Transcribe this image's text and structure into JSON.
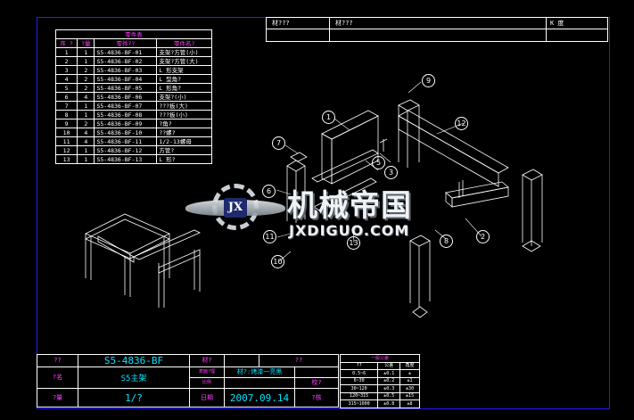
{
  "header": {
    "col1": "材???",
    "col2": "材???",
    "col3": "K 度"
  },
  "parts_table": {
    "title": "零件表",
    "headers": [
      "序 ?",
      "?量",
      "零件??",
      "零件名?"
    ],
    "rows": [
      [
        "1",
        "1",
        "S5-4836-BF-01",
        "支架?方管(小)"
      ],
      [
        "2",
        "1",
        "S5-4836-BF-02",
        "支架?方管(大)"
      ],
      [
        "3",
        "2",
        "S5-4836-BF-03",
        "L 形支架"
      ],
      [
        "4",
        "2",
        "S5-4836-BF-04",
        "L 型角?"
      ],
      [
        "5",
        "2",
        "S5-4836-BF-05",
        "L 形角?"
      ],
      [
        "6",
        "4",
        "S5-4836-BF-06",
        "支架?(小)"
      ],
      [
        "7",
        "1",
        "S5-4836-BF-07",
        "???板(大)"
      ],
      [
        "8",
        "1",
        "S5-4836-BF-08",
        "???板(小)"
      ],
      [
        "9",
        "2",
        "S5-4836-BF-09",
        "?角?"
      ],
      [
        "10",
        "4",
        "S5-4836-BF-10",
        "??螺?"
      ],
      [
        "11",
        "4",
        "S5-4836-BF-11",
        "1/2-13螺母"
      ],
      [
        "12",
        "1",
        "S5-4836-BF-12",
        "方管?"
      ],
      [
        "13",
        "1",
        "S5-4836-BF-13",
        "L 形?"
      ]
    ]
  },
  "callouts": [
    "1",
    "2",
    "3",
    "5",
    "6",
    "7",
    "8",
    "9",
    "10",
    "11",
    "12",
    "13"
  ],
  "watermark": {
    "title": "机械帝国",
    "url": "JXDIGUO.COM",
    "badge": "JX"
  },
  "title_block": {
    "row1_label": "??",
    "drawing_no": "S5-4836-BF",
    "material_label": "材?",
    "material_label2": "??",
    "name_label": "?名",
    "name_value": "S5主架",
    "surface_label": "表面?理",
    "surface_value": "材?:烤漆一亮黑",
    "check_label": "校?",
    "scale_label": "比例",
    "qty_label": "?量",
    "qty_value": "1/?",
    "date_label": "日期",
    "date_value": "2007.09.14",
    "approve_label": "?核"
  },
  "tolerance_table": {
    "title": "一般公差",
    "headers": [
      "??",
      "公差",
      "角度"
    ],
    "rows": [
      [
        "0.5~6",
        "±0.1",
        "±"
      ],
      [
        "6~30",
        "±0.2",
        "±1"
      ],
      [
        "30~120",
        "±0.3",
        "±30"
      ],
      [
        "120~315",
        "±0.5",
        "±15"
      ],
      [
        "315~1000",
        "±0.8",
        "±8"
      ]
    ]
  }
}
